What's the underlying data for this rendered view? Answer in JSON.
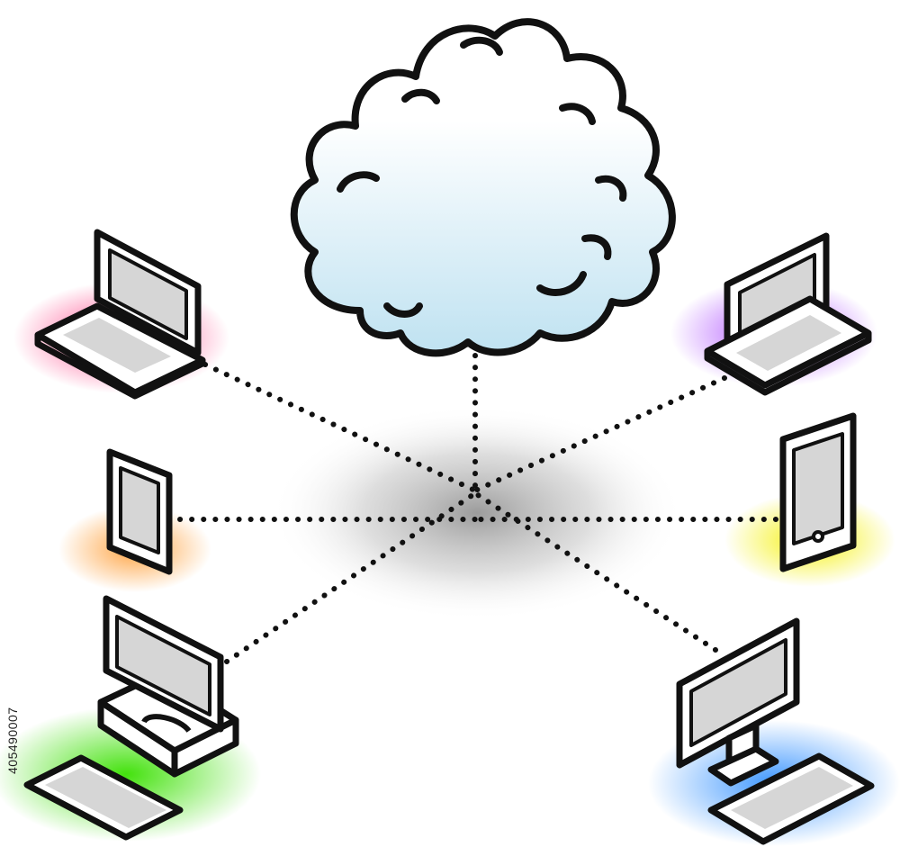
{
  "diagram": {
    "hub": {
      "icon": "cloud-icon"
    },
    "nodes": [
      {
        "id": "laptop-left",
        "icon": "laptop-icon",
        "glow": "#ff2f7a"
      },
      {
        "id": "laptop-right",
        "icon": "laptop-icon",
        "glow": "#a53cff"
      },
      {
        "id": "tablet-left",
        "icon": "tablet-icon",
        "glow": "#ff9a2e"
      },
      {
        "id": "tablet-right",
        "icon": "tablet-icon",
        "glow": "#f4f000"
      },
      {
        "id": "desktop-left",
        "icon": "desktop-computer-icon",
        "glow": "#39e000"
      },
      {
        "id": "desktop-right",
        "icon": "desktop-computer-icon",
        "glow": "#2a8cff"
      }
    ],
    "connector_style": "dotted"
  },
  "stock_id": "405490007",
  "colors": {
    "outline": "#111111",
    "cloud_fill_top": "#ffffff",
    "cloud_fill_bottom": "#bfe2f1",
    "screen_fill": "#d6d6d6",
    "center_shadow": "#8a8a8a"
  }
}
